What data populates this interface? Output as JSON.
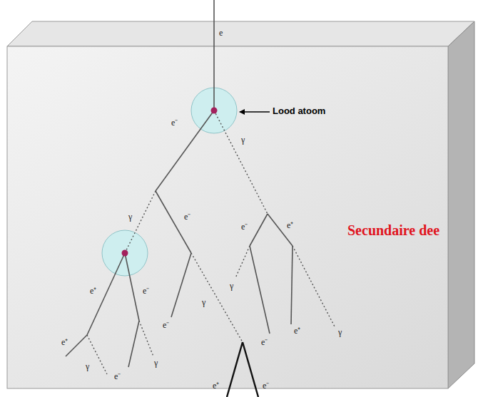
{
  "diagram": {
    "labels": [
      "e",
      "Lood atoom",
      "e⁻",
      "γ",
      "Secundaire dee",
      "γ",
      "e⁻",
      "e⁻",
      "e⁺",
      "e⁺",
      "e⁻",
      "γ",
      "γ",
      "e⁻",
      "e⁺",
      "e⁺",
      "γ",
      "e⁻",
      "γ",
      "e⁻",
      "γ",
      "e⁺",
      "e⁻"
    ]
  }
}
